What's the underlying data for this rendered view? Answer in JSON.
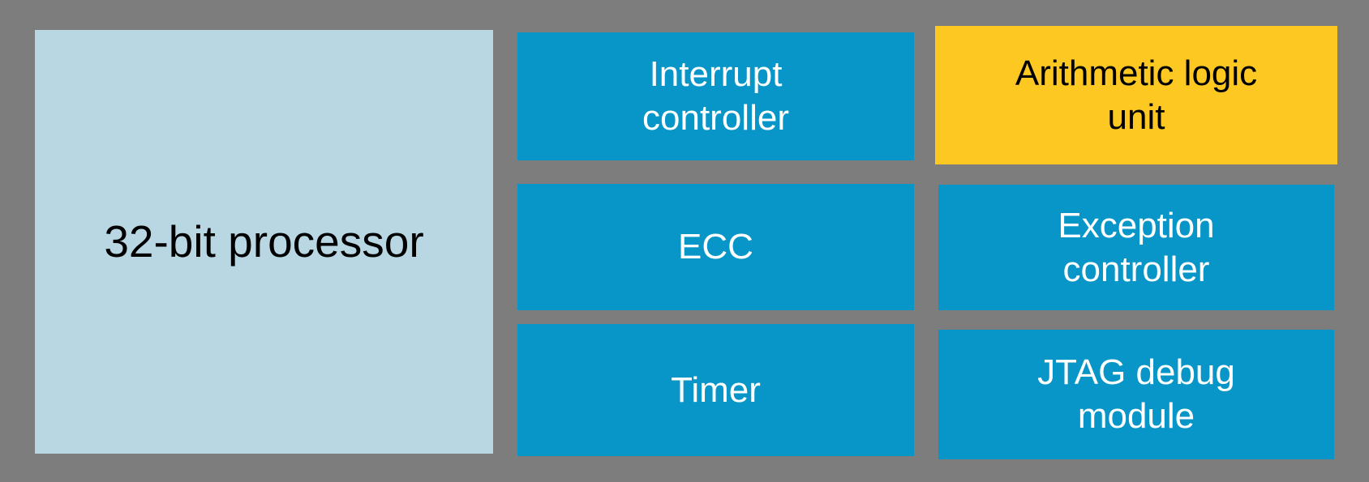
{
  "colors": {
    "background": "#7d7d7d",
    "block_blue": "#0896c8",
    "block_text": "#ffffff",
    "processor_fill": "#b9d6e3",
    "processor_text": "#000000",
    "highlight_yellow": "#fdc821",
    "highlight_text": "#000000"
  },
  "diagram": {
    "processor": {
      "label": "32-bit processor"
    },
    "columns": [
      {
        "blocks": [
          {
            "label": "Interrupt\ncontroller",
            "highlighted": false
          },
          {
            "label": "ECC",
            "highlighted": false
          },
          {
            "label": "Timer",
            "highlighted": false
          }
        ]
      },
      {
        "blocks": [
          {
            "label": "Arithmetic logic\nunit",
            "highlighted": true
          },
          {
            "label": "Exception\ncontroller",
            "highlighted": false
          },
          {
            "label": "JTAG debug\nmodule",
            "highlighted": false
          }
        ]
      }
    ]
  }
}
